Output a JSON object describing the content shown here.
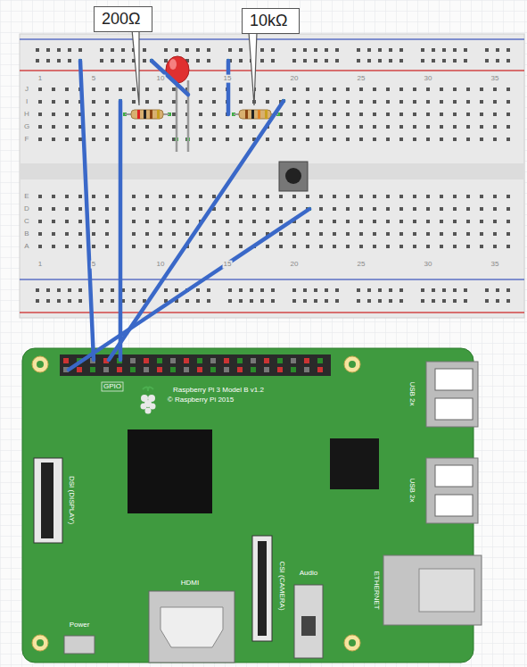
{
  "diagram": {
    "nodes": [
      {
        "text": [
          "200Ω"
        ]
      },
      {
        "text": [
          "10kΩ"
        ]
      }
    ],
    "labels": [
      "1",
      "5",
      "10",
      "15",
      "20",
      "25",
      "30",
      "35",
      "J",
      "I",
      "H",
      "G",
      "F",
      "E",
      "D",
      "C",
      "B",
      "A",
      "1",
      "5",
      "10",
      "15",
      "20",
      "25",
      "30",
      "35",
      "GPIO",
      "Raspberry Pi 3 Model B v1.2",
      "© Raspberry Pi 2015",
      "USB 2x",
      "USB 2x",
      "DSI (DISPLAY)",
      "HDMI",
      "CSI (CAMERA)",
      "Audio",
      "ETHERNET",
      "Power"
    ]
  }
}
